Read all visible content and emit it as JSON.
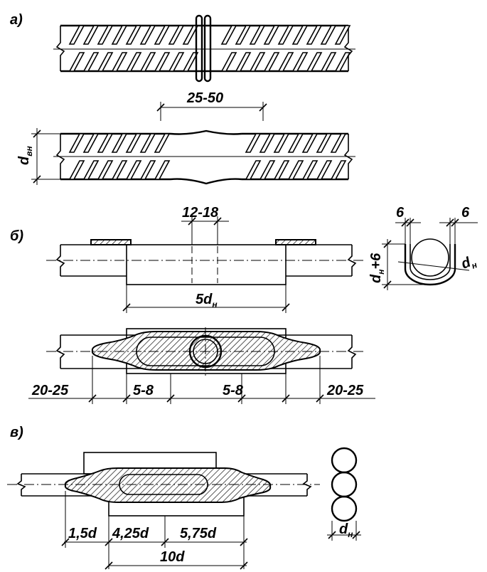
{
  "parts": {
    "a": "а)",
    "b": "б)",
    "v": "в)"
  },
  "a": {
    "gap": "25-50",
    "d_main": "d",
    "d_sub": "вн"
  },
  "b": {
    "top_dim": "12-18",
    "length_main": "5d",
    "length_sub": "н",
    "section_left": "6",
    "section_right": "6",
    "section_height_main": "d",
    "section_height_sub": "н",
    "section_height_tail": "+6",
    "section_d_main": "d",
    "section_d_sub": "н",
    "dim_left": "20-25",
    "dim_mid_left": "5-8",
    "dim_mid_right": "5-8",
    "dim_right": "20-25"
  },
  "v": {
    "dim_1": "1,5d",
    "dim_2": "4,25d",
    "dim_3": "5,75d",
    "dim_total": "10d",
    "d_main": "d",
    "d_sub": "н"
  }
}
